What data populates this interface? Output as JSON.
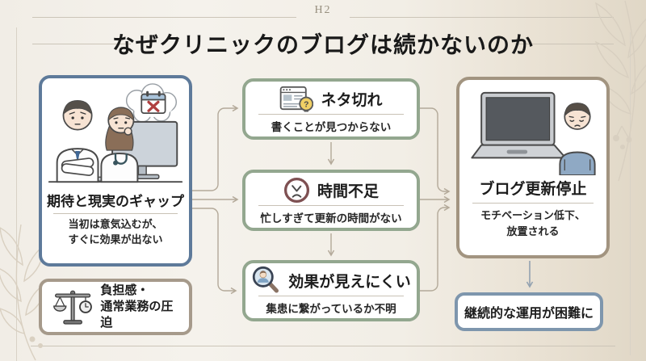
{
  "header": {
    "eyebrow": "H2",
    "title": "なぜクリニックのブログは続かないのか"
  },
  "left_column": {
    "gap_box": {
      "title": "期待と現実のギャップ",
      "subtitle_line1": "当初は意気込むが、",
      "subtitle_line2": "すぐに効果が出ない",
      "illustration": "two-worried-doctors-at-monitor-thought-bubble-calendar-x"
    },
    "burden_box": {
      "line1": "負担感・",
      "line2": "通常業務の圧迫",
      "icon": "balance-scale-with-clock-icon"
    }
  },
  "causes": {
    "neta": {
      "title": "ネタ切れ",
      "subtitle": "書くことが見つからない",
      "icon": "browser-lightbulb-question-icon"
    },
    "time": {
      "title": "時間不足",
      "subtitle": "忙しすぎて更新の時間がない",
      "icon": "sad-clock-icon"
    },
    "effect": {
      "title": "効果が見えにくい",
      "subtitle": "集患に繋がっているか不明",
      "icon": "magnifier-person-icon"
    }
  },
  "result_box": {
    "title": "ブログ更新停止",
    "subtitle_line1": "モチベーション低下、",
    "subtitle_line2": "放置される",
    "illustration": "laptop-dark-screen-sad-man"
  },
  "outcome_box": {
    "label": "継続的な運用が困難に"
  },
  "colors": {
    "blue_border": "#5e7a9a",
    "green_border": "#93a78f",
    "taupe_border": "#a69a8b",
    "result_border": "#a29480",
    "outcome_border": "#7e96ad",
    "arrow": "#b3a999",
    "arrow_blue": "#93a2b0",
    "calendar_x_red": "#b04040",
    "lightbulb_yellow": "#f1d065",
    "background_left": "#f1ede6",
    "background_right": "#e0d7c6"
  }
}
